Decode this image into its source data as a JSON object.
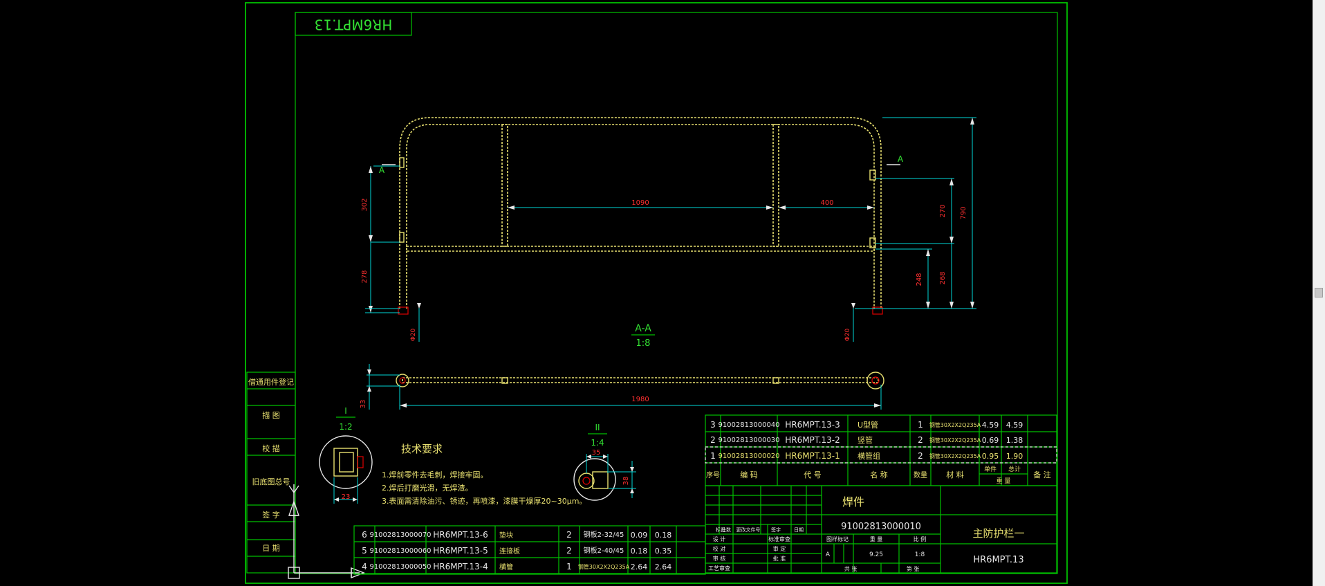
{
  "drawing": {
    "tag_number": "HR6MPT.13",
    "side_stamps": [
      "借通用件登记",
      "描 图",
      "校 描",
      "旧底图总号",
      "签 字",
      "日 期"
    ],
    "section_label": "A-A",
    "section_scale": "1:8",
    "section_marker": "A",
    "detail_views": [
      {
        "label": "I",
        "scale": "1:2",
        "dims": [
          "23"
        ]
      },
      {
        "label": "II",
        "scale": "1:4",
        "dims": [
          "35",
          "38"
        ]
      }
    ],
    "dimensions": {
      "front": [
        "1090",
        "400",
        "302",
        "278",
        "270",
        "790",
        "248",
        "268",
        "Φ20",
        "Φ20"
      ],
      "top": [
        "33",
        "1980"
      ]
    },
    "tech_requirements": {
      "title": "技术要求",
      "items": [
        "1.焊前零件去毛刺，焊接牢固。",
        "2.焊后打磨光滑，无焊渣。",
        "3.表面需清除油污、锈迹，再喷漆，漆膜干燥厚20~30μm。"
      ]
    },
    "bom_upper": [
      {
        "no": "3",
        "code": "91002813000040",
        "drawing": "HR6MPT.13-3",
        "name": "U型管",
        "qty": "1",
        "material": "钢管30X2X2Q235A",
        "unit_wt": "4.59",
        "total_wt": "4.59"
      },
      {
        "no": "2",
        "code": "91002813000030",
        "drawing": "HR6MPT.13-2",
        "name": "竖管",
        "qty": "2",
        "material": "钢管30X2X2Q235A",
        "unit_wt": "0.69",
        "total_wt": "1.38"
      },
      {
        "no": "1",
        "code": "91002813000020",
        "drawing": "HR6MPT.13-1",
        "name": "横管组",
        "qty": "2",
        "material": "钢管30X2X2Q235A",
        "unit_wt": "0.95",
        "total_wt": "1.90"
      }
    ],
    "bom_lower": [
      {
        "no": "6",
        "code": "91002813000070",
        "drawing": "HR6MPT.13-6",
        "name": "垫块",
        "qty": "2",
        "material": "钢板2-32/45",
        "unit_wt": "0.09",
        "total_wt": "0.18"
      },
      {
        "no": "5",
        "code": "91002813000060",
        "drawing": "HR6MPT.13-5",
        "name": "连接板",
        "qty": "2",
        "material": "钢板2-40/45",
        "unit_wt": "0.18",
        "total_wt": "0.35"
      },
      {
        "no": "4",
        "code": "91002813000050",
        "drawing": "HR6MPT.13-4",
        "name": "横管",
        "qty": "1",
        "material": "钢管30X2X2Q235A",
        "unit_wt": "2.64",
        "total_wt": "2.64"
      }
    ],
    "bom_header": {
      "no": "序号",
      "code": "编 码",
      "drawing": "代 号",
      "name": "名 称",
      "qty": "数量",
      "material": "材 料",
      "unit": "单件",
      "total": "总计",
      "weight": "重 量",
      "remark": "备 注"
    },
    "title_block": {
      "part_type": "焊件",
      "part_code": "91002813000010",
      "part_name": "主防护栏一",
      "part_drawing": "HR6MPT.13",
      "revision": "A",
      "weight": "9.25",
      "scale": "1:8",
      "headers": [
        "图样标记",
        "重 量",
        "比 例"
      ],
      "footer": [
        "共 张",
        "第 张"
      ],
      "sign_rows": [
        "设 计",
        "校 对",
        "审 核",
        "工艺审查"
      ],
      "sign_cols": [
        "标记",
        "处数",
        "更改文件号",
        "签字",
        "日期"
      ],
      "sign_right": [
        "标准审查",
        "审 定",
        "批 准"
      ]
    },
    "colors": {
      "frame": "#00c000",
      "dimension": "#00d8d8",
      "part": "#e8e070",
      "dim_text": "#ff3030",
      "background": "#000000"
    }
  }
}
